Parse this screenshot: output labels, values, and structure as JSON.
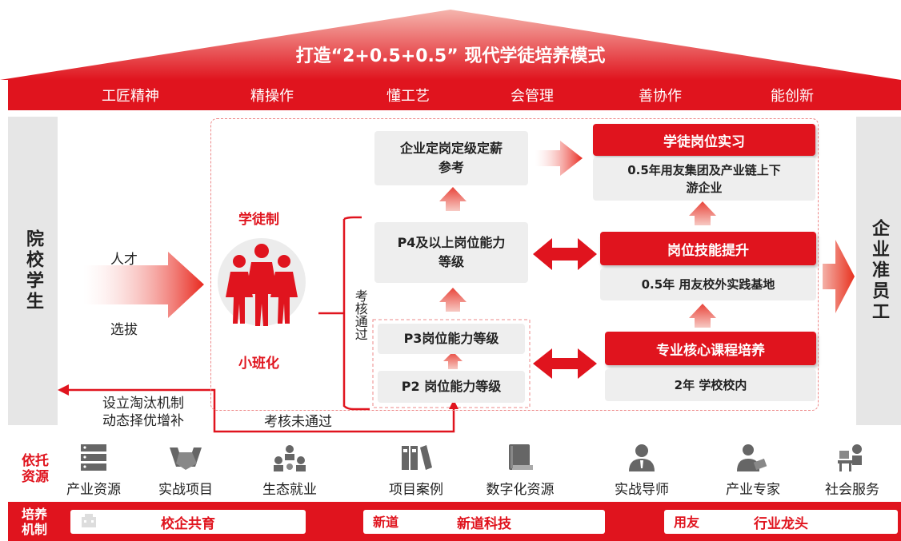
{
  "roof_title": "打造“2+0.5+0.5” 现代学徒培养模式",
  "values": [
    "工匠精神",
    "精操作",
    "懂工艺",
    "会管理",
    "善协作",
    "能创新"
  ],
  "left_column": "院校学生",
  "right_column": "企业准员工",
  "talent_label": "人才",
  "select_label": "选拔",
  "apprentice_label": "学徒制",
  "small_class_label": "小班化",
  "assessment_pass": "考核通过",
  "assessment_fail": "考核未通过",
  "elimination": [
    "设立淘汰机制",
    "动态择优增补"
  ],
  "levels": {
    "salary": [
      "企业定岗定级定薪",
      "参考"
    ],
    "p4": [
      "P4及以上岗位能力",
      "等级"
    ],
    "p3": "P3岗位能力等级",
    "p2": "P2 岗位能力等级"
  },
  "stages": [
    {
      "title": "学徒岗位实习",
      "desc": [
        "0.5年用友集团及产业链上下",
        "游企业"
      ]
    },
    {
      "title": "岗位技能提升",
      "desc": [
        "0.5年 用友校外实践基地"
      ]
    },
    {
      "title": "专业核心课程培养",
      "desc": [
        "2年 学校校内"
      ]
    }
  ],
  "resources_label": [
    "依托",
    "资源"
  ],
  "resources": [
    {
      "label": "产业资源",
      "icon": "server-icon"
    },
    {
      "label": "实战项目",
      "icon": "handshake-icon"
    },
    {
      "label": "生态就业",
      "icon": "network-people-icon"
    },
    {
      "label": "项目案例",
      "icon": "binders-icon"
    },
    {
      "label": "数字化资源",
      "icon": "book-icon"
    },
    {
      "label": "实战导师",
      "icon": "mentor-icon"
    },
    {
      "label": "产业专家",
      "icon": "expert-icon"
    },
    {
      "label": "社会服务",
      "icon": "service-icon"
    }
  ],
  "mechanism_label": [
    "培养",
    "机制"
  ],
  "mechanisms": [
    {
      "logo": "",
      "label": "校企共育"
    },
    {
      "logo": "新道",
      "label": "新道科技"
    },
    {
      "logo": "用友",
      "label": "行业龙头"
    }
  ],
  "colors": {
    "accent": "#e0141e",
    "panel": "#eeeeee",
    "side": "#e6e6e6"
  }
}
